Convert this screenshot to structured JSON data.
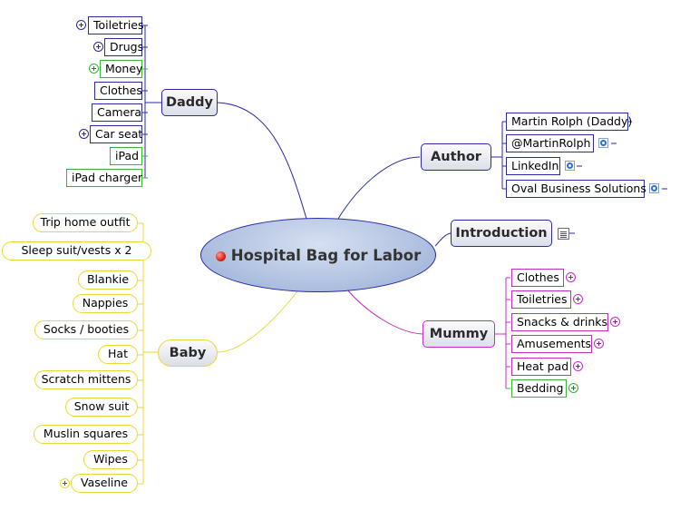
{
  "central": {
    "title": "Hospital Bag for Labor",
    "icon": "pin-icon"
  },
  "branches": {
    "daddy": {
      "label": "Daddy",
      "color": "#2a2aa5",
      "items": [
        "Toiletries",
        "Drugs",
        "Money",
        "Clothes",
        "Camera",
        "Car seat",
        "iPad",
        "iPad charger"
      ]
    },
    "author": {
      "label": "Author",
      "color": "#2a2aa5",
      "items": [
        "Martin Rolph (Daddy)",
        "@MartinRolph",
        "LinkedIn",
        "Oval Business Solutions"
      ]
    },
    "introduction": {
      "label": "Introduction",
      "color": "#2a2aa5",
      "icon": "note-icon"
    },
    "mummy": {
      "label": "Mummy",
      "color": "#c22dc2",
      "items": [
        "Clothes",
        "Toiletries",
        "Snacks & drinks",
        "Amusements",
        "Heat pad",
        "Bedding"
      ]
    },
    "baby": {
      "label": "Baby",
      "color": "#e8d83a",
      "items": [
        "Trip home outfit",
        "Sleep suit/vests x 2",
        "Blankie",
        "Nappies",
        "Socks / booties",
        "Hat",
        "Scratch mittens",
        "Snow suit",
        "Muslin squares",
        "Wipes",
        "Vaseline"
      ]
    }
  },
  "colors": {
    "relationship_green": "#35b535",
    "central_fill": "#b4c4e2"
  }
}
